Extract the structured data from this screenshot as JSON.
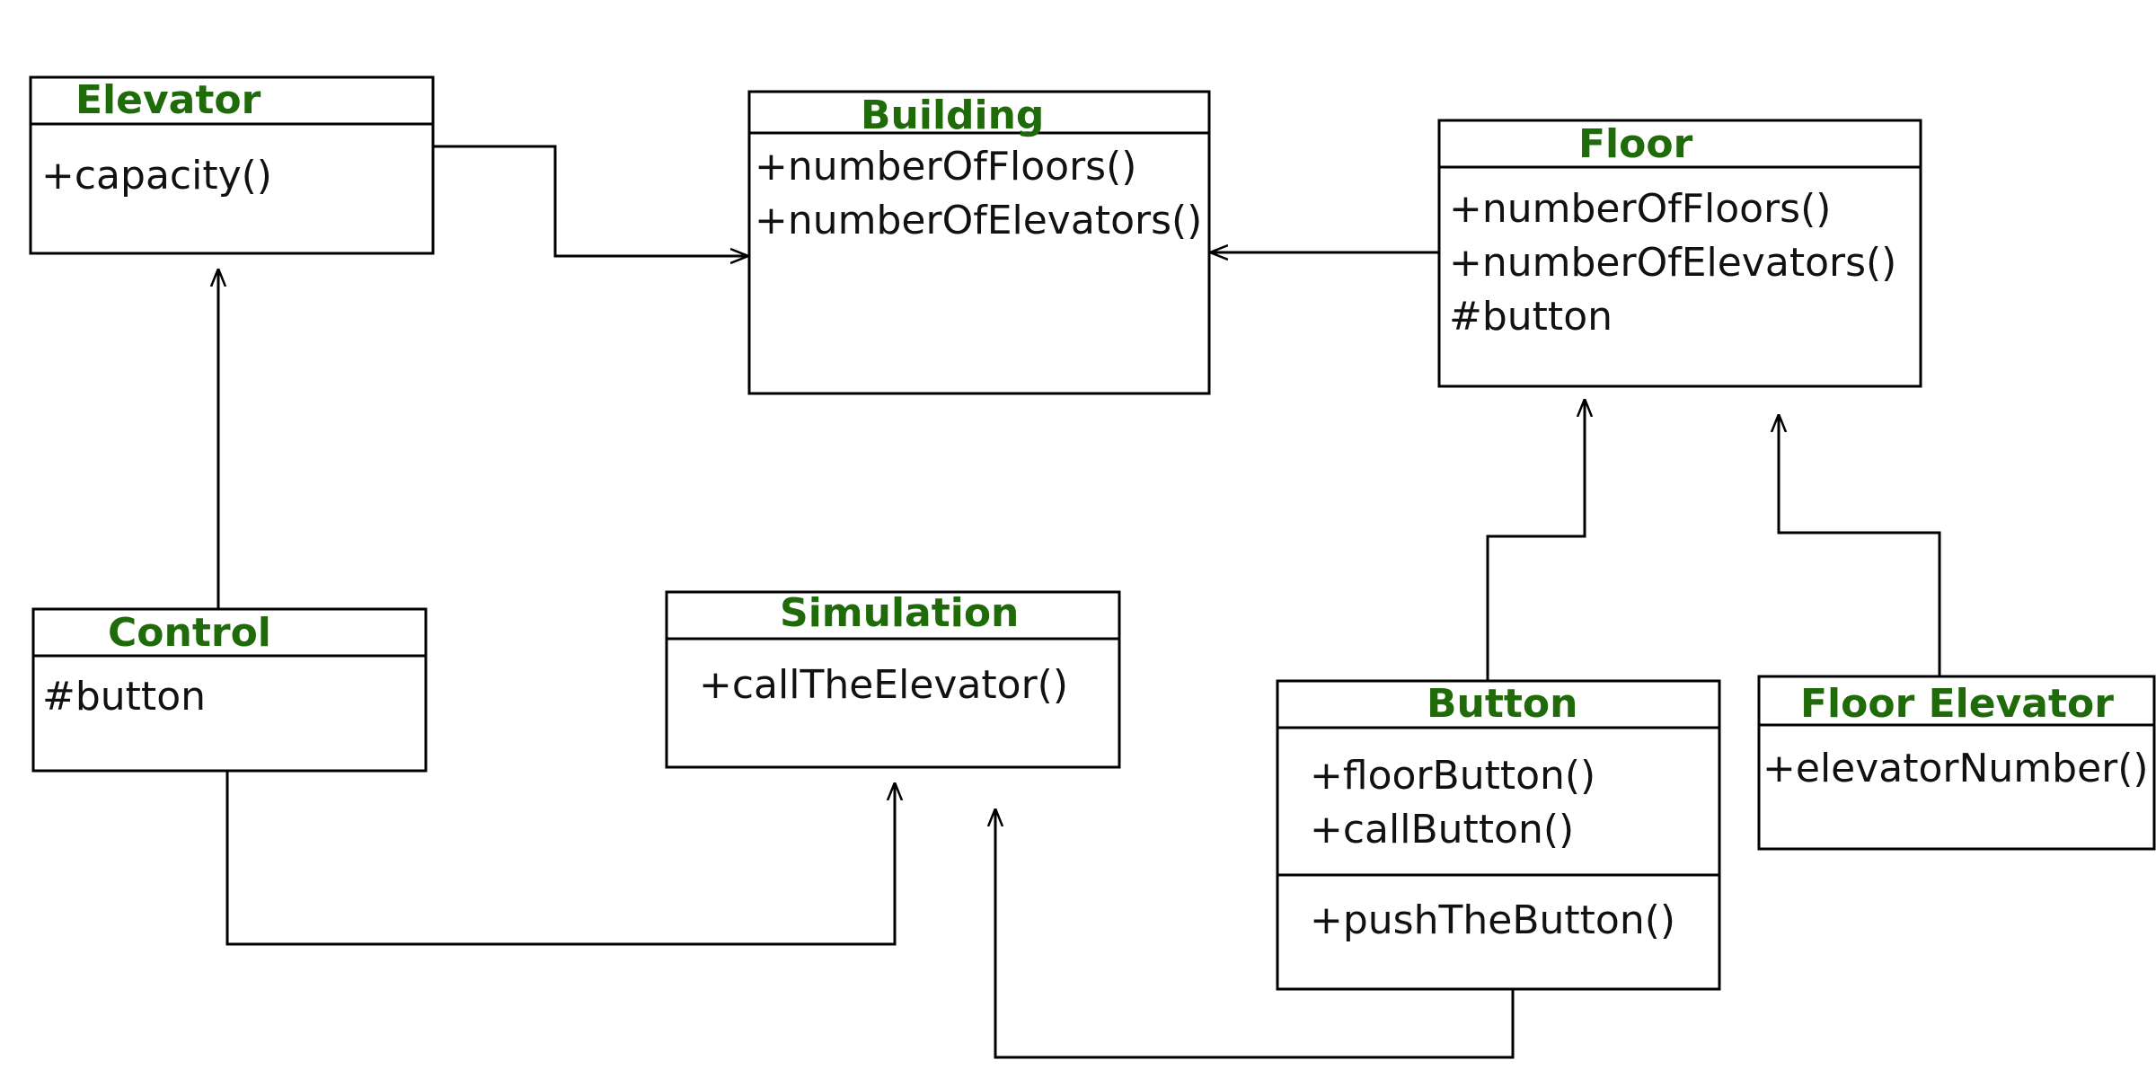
{
  "colors": {
    "title": "#1f6b0a",
    "text": "#111111",
    "line": "#000000",
    "background": "#ffffff"
  },
  "classes": {
    "elevator": {
      "name": "Elevator",
      "members": [
        "+capacity()"
      ]
    },
    "building": {
      "name": "Building",
      "members": [
        "+numberOfFloors()",
        "+numberOfElevators()"
      ]
    },
    "floor": {
      "name": "Floor",
      "members": [
        "+numberOfFloors()",
        "+numberOfElevators()",
        "#button"
      ]
    },
    "control": {
      "name": "Control",
      "members": [
        "#button"
      ]
    },
    "simulation": {
      "name": "Simulation",
      "members": [
        "+callTheElevator()"
      ]
    },
    "button": {
      "name": "Button",
      "members": [
        "+floorButton()",
        "+callButton()"
      ],
      "operations": [
        "+pushTheButton()"
      ]
    },
    "floor_elevator": {
      "name": "Floor Elevator",
      "members": [
        "+elevatorNumber()"
      ]
    }
  },
  "connectors": [
    {
      "from": "Elevator",
      "to": "Building"
    },
    {
      "from": "Floor",
      "to": "Building"
    },
    {
      "from": "Control",
      "to": "Elevator"
    },
    {
      "from": "Control",
      "to": "Simulation"
    },
    {
      "from": "Button",
      "to": "Floor"
    },
    {
      "from": "Floor Elevator",
      "to": "Floor"
    },
    {
      "from": "Button",
      "to": "Simulation"
    }
  ]
}
